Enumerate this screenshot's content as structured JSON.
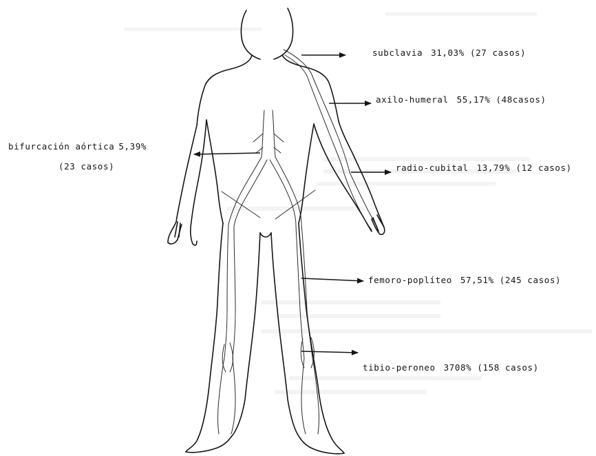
{
  "diagram": {
    "labels": {
      "subclavia": {
        "name": "subclavia",
        "percentage": "31,03% (27 casos)"
      },
      "axilo_humeral": {
        "name": "axilo-humeral",
        "percentage": "55,17% (48casos)"
      },
      "bifurcacion_aortica": {
        "name": "bifurcación aórtica",
        "percentage": "5,39%",
        "cases": "(23 casos)"
      },
      "radio_cubital": {
        "name": "radio-cubital",
        "percentage": "13,79% (12 casos)"
      },
      "femoro_popliteo": {
        "name": "femoro-poplíteo",
        "percentage": "57,51% (245 casos)"
      },
      "tibio_peroneo": {
        "name": "tibio-peroneo",
        "percentage": "3708% (158 casos)"
      }
    },
    "colors": {
      "ink": "#141414",
      "paper": "#ffffff"
    }
  }
}
